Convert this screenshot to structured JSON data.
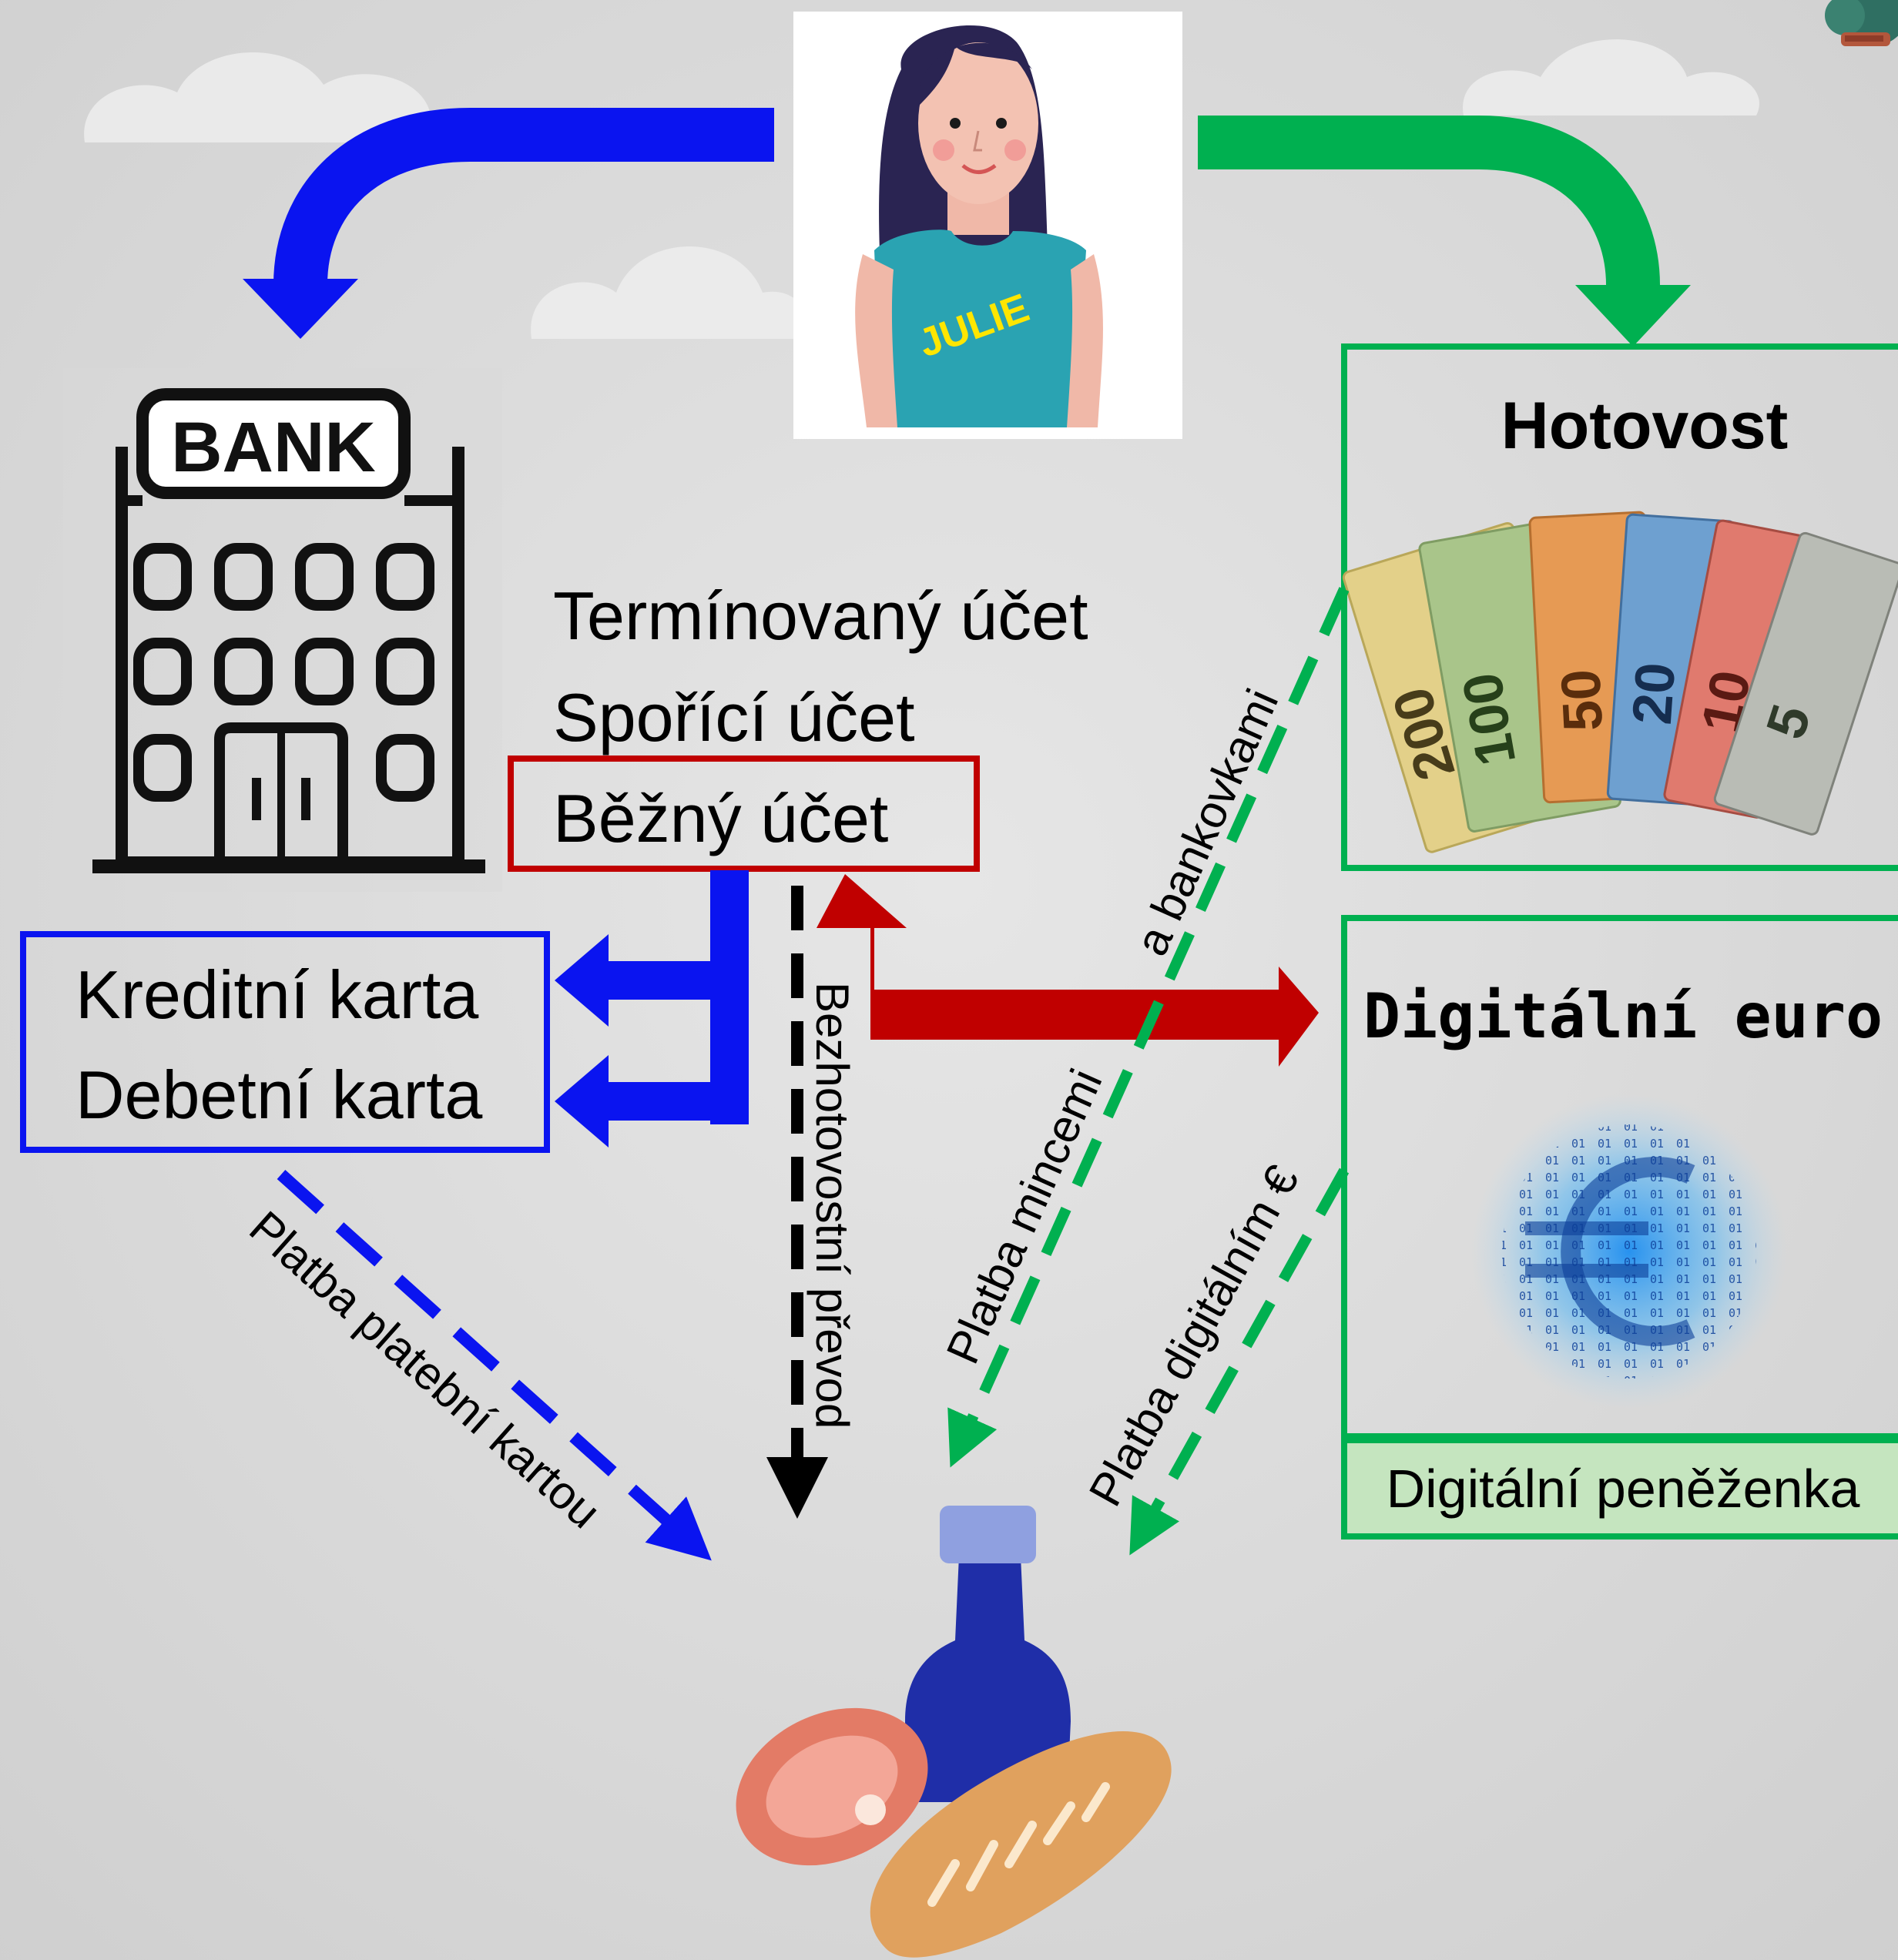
{
  "person": {
    "shirt_text": "JULIE"
  },
  "bank": {
    "sign_text": "BANK"
  },
  "accounts": {
    "items": [
      "Termínovaný účet",
      "Spořící účet",
      "Běžný účet"
    ],
    "highlighted_index": 2
  },
  "cards": {
    "items": [
      "Kreditní karta",
      "Debetní karta"
    ]
  },
  "cash": {
    "title": "Hotovost",
    "banknote_values": [
      "200",
      "100",
      "50",
      "20",
      "10",
      "5"
    ]
  },
  "digital_euro": {
    "title": "Digitální euro",
    "wallet_label": "Digitální peněženka"
  },
  "payments": {
    "card": "Platba platební kartou",
    "transfer": "Bezhotovostní převod",
    "coins": "Platba mincemi",
    "banknotes": "a bankovkami",
    "digital": "Platba digitálním €"
  },
  "colors": {
    "blue": "#0a14f0",
    "green": "#00b050",
    "red": "#c00000",
    "black": "#000000",
    "wallet_bg": "#c5e5bf"
  }
}
